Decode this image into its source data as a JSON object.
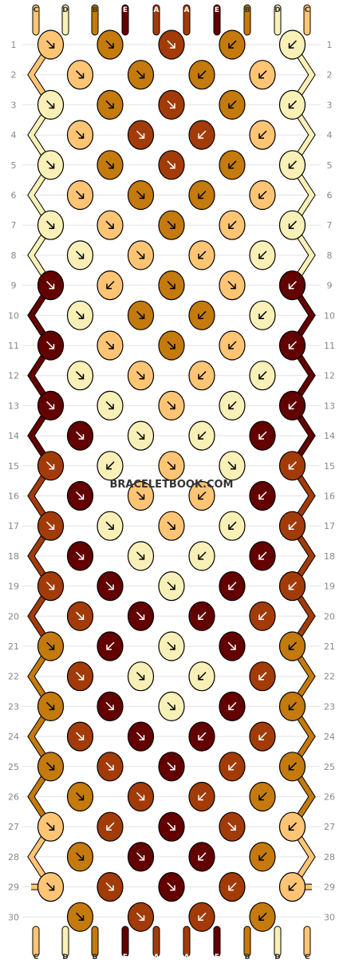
{
  "watermark": "BRACELETBOOK.COM",
  "colors": {
    "A": "#a33b08",
    "B": "#c47a0c",
    "C": "#ffc574",
    "D": "#f8f0b6",
    "E": "#630000"
  },
  "top_labels": [
    "C",
    "D",
    "B",
    "E",
    "A",
    "A",
    "E",
    "B",
    "D",
    "C"
  ],
  "bottom_labels": [
    "C",
    "D",
    "B",
    "E",
    "A",
    "A",
    "E",
    "B",
    "D",
    "C"
  ],
  "row_numbers": [
    "1",
    "2",
    "3",
    "4",
    "5",
    "6",
    "7",
    "8",
    "9",
    "10",
    "11",
    "12",
    "13",
    "14",
    "15",
    "16",
    "17",
    "18",
    "19",
    "20",
    "21",
    "22",
    "23",
    "24",
    "25",
    "26",
    "27",
    "28",
    "29",
    "30"
  ],
  "knot_rows": [
    {
      "row": "1",
      "knots": [
        {
          "c": "C",
          "d": "dr"
        },
        {
          "c": "B",
          "d": "dr"
        },
        {
          "c": "A",
          "d": "dr"
        },
        {
          "c": "B",
          "d": "dl"
        },
        {
          "c": "D",
          "d": "dl"
        }
      ]
    },
    {
      "row": "2",
      "knots": [
        {
          "c": "C",
          "d": "dr"
        },
        {
          "c": "B",
          "d": "dr"
        },
        {
          "c": "B",
          "d": "dl"
        },
        {
          "c": "C",
          "d": "dl"
        }
      ]
    },
    {
      "row": "3",
      "knots": [
        {
          "c": "D",
          "d": "dr"
        },
        {
          "c": "B",
          "d": "dr"
        },
        {
          "c": "A",
          "d": "dr"
        },
        {
          "c": "B",
          "d": "dl"
        },
        {
          "c": "D",
          "d": "dl"
        }
      ]
    },
    {
      "row": "4",
      "knots": [
        {
          "c": "C",
          "d": "dr"
        },
        {
          "c": "A",
          "d": "dr"
        },
        {
          "c": "A",
          "d": "dl"
        },
        {
          "c": "C",
          "d": "dl"
        }
      ]
    },
    {
      "row": "5",
      "knots": [
        {
          "c": "D",
          "d": "dr"
        },
        {
          "c": "B",
          "d": "dr"
        },
        {
          "c": "A",
          "d": "dr"
        },
        {
          "c": "B",
          "d": "dl"
        },
        {
          "c": "D",
          "d": "dl"
        }
      ]
    },
    {
      "row": "6",
      "knots": [
        {
          "c": "C",
          "d": "dr"
        },
        {
          "c": "B",
          "d": "dr"
        },
        {
          "c": "B",
          "d": "dl"
        },
        {
          "c": "C",
          "d": "dl"
        }
      ]
    },
    {
      "row": "7",
      "knots": [
        {
          "c": "D",
          "d": "dr"
        },
        {
          "c": "C",
          "d": "dr"
        },
        {
          "c": "B",
          "d": "dr"
        },
        {
          "c": "C",
          "d": "dl"
        },
        {
          "c": "D",
          "d": "dl"
        }
      ]
    },
    {
      "row": "8",
      "knots": [
        {
          "c": "D",
          "d": "dr"
        },
        {
          "c": "C",
          "d": "dr"
        },
        {
          "c": "C",
          "d": "dl"
        },
        {
          "c": "D",
          "d": "dl"
        }
      ]
    },
    {
      "row": "9",
      "knots": [
        {
          "c": "E",
          "d": "dr"
        },
        {
          "c": "C",
          "d": "dl"
        },
        {
          "c": "B",
          "d": "dr"
        },
        {
          "c": "C",
          "d": "dr"
        },
        {
          "c": "E",
          "d": "dl"
        }
      ]
    },
    {
      "row": "10",
      "knots": [
        {
          "c": "D",
          "d": "dr"
        },
        {
          "c": "B",
          "d": "dr"
        },
        {
          "c": "B",
          "d": "dl"
        },
        {
          "c": "D",
          "d": "dl"
        }
      ]
    },
    {
      "row": "11",
      "knots": [
        {
          "c": "E",
          "d": "dr"
        },
        {
          "c": "C",
          "d": "dr"
        },
        {
          "c": "B",
          "d": "dr"
        },
        {
          "c": "C",
          "d": "dl"
        },
        {
          "c": "E",
          "d": "dl"
        }
      ]
    },
    {
      "row": "12",
      "knots": [
        {
          "c": "D",
          "d": "dr"
        },
        {
          "c": "C",
          "d": "dr"
        },
        {
          "c": "C",
          "d": "dl"
        },
        {
          "c": "D",
          "d": "dl"
        }
      ]
    },
    {
      "row": "13",
      "knots": [
        {
          "c": "E",
          "d": "dr"
        },
        {
          "c": "D",
          "d": "dr"
        },
        {
          "c": "C",
          "d": "dr"
        },
        {
          "c": "D",
          "d": "dl"
        },
        {
          "c": "E",
          "d": "dl"
        }
      ]
    },
    {
      "row": "14",
      "knots": [
        {
          "c": "E",
          "d": "dr"
        },
        {
          "c": "D",
          "d": "dr"
        },
        {
          "c": "D",
          "d": "dl"
        },
        {
          "c": "E",
          "d": "dl"
        }
      ]
    },
    {
      "row": "15",
      "knots": [
        {
          "c": "A",
          "d": "dr"
        },
        {
          "c": "D",
          "d": "dl"
        },
        {
          "c": "C",
          "d": "dr"
        },
        {
          "c": "D",
          "d": "dr"
        },
        {
          "c": "A",
          "d": "dl"
        }
      ]
    },
    {
      "row": "16",
      "knots": [
        {
          "c": "E",
          "d": "dr"
        },
        {
          "c": "C",
          "d": "dr"
        },
        {
          "c": "C",
          "d": "dl"
        },
        {
          "c": "E",
          "d": "dl"
        }
      ]
    },
    {
      "row": "17",
      "knots": [
        {
          "c": "A",
          "d": "dr"
        },
        {
          "c": "D",
          "d": "dr"
        },
        {
          "c": "C",
          "d": "dr"
        },
        {
          "c": "D",
          "d": "dl"
        },
        {
          "c": "A",
          "d": "dl"
        }
      ]
    },
    {
      "row": "18",
      "knots": [
        {
          "c": "E",
          "d": "dr"
        },
        {
          "c": "D",
          "d": "dr"
        },
        {
          "c": "D",
          "d": "dl"
        },
        {
          "c": "E",
          "d": "dl"
        }
      ]
    },
    {
      "row": "19",
      "knots": [
        {
          "c": "A",
          "d": "dr"
        },
        {
          "c": "E",
          "d": "dr"
        },
        {
          "c": "D",
          "d": "dr"
        },
        {
          "c": "E",
          "d": "dl"
        },
        {
          "c": "A",
          "d": "dl"
        }
      ]
    },
    {
      "row": "20",
      "knots": [
        {
          "c": "A",
          "d": "dr"
        },
        {
          "c": "E",
          "d": "dr"
        },
        {
          "c": "E",
          "d": "dl"
        },
        {
          "c": "A",
          "d": "dl"
        }
      ]
    },
    {
      "row": "21",
      "knots": [
        {
          "c": "B",
          "d": "dr"
        },
        {
          "c": "E",
          "d": "dl"
        },
        {
          "c": "D",
          "d": "dr"
        },
        {
          "c": "E",
          "d": "dr"
        },
        {
          "c": "B",
          "d": "dl"
        }
      ]
    },
    {
      "row": "22",
      "knots": [
        {
          "c": "A",
          "d": "dr"
        },
        {
          "c": "D",
          "d": "dr"
        },
        {
          "c": "D",
          "d": "dl"
        },
        {
          "c": "A",
          "d": "dl"
        }
      ]
    },
    {
      "row": "23",
      "knots": [
        {
          "c": "B",
          "d": "dr"
        },
        {
          "c": "E",
          "d": "dr"
        },
        {
          "c": "D",
          "d": "dr"
        },
        {
          "c": "E",
          "d": "dl"
        },
        {
          "c": "B",
          "d": "dl"
        }
      ]
    },
    {
      "row": "24",
      "knots": [
        {
          "c": "A",
          "d": "dr"
        },
        {
          "c": "E",
          "d": "dr"
        },
        {
          "c": "E",
          "d": "dl"
        },
        {
          "c": "A",
          "d": "dl"
        }
      ]
    },
    {
      "row": "25",
      "knots": [
        {
          "c": "B",
          "d": "dr"
        },
        {
          "c": "A",
          "d": "dr"
        },
        {
          "c": "E",
          "d": "dr"
        },
        {
          "c": "A",
          "d": "dl"
        },
        {
          "c": "B",
          "d": "dl"
        }
      ]
    },
    {
      "row": "26",
      "knots": [
        {
          "c": "B",
          "d": "dr"
        },
        {
          "c": "A",
          "d": "dr"
        },
        {
          "c": "A",
          "d": "dl"
        },
        {
          "c": "B",
          "d": "dl"
        }
      ]
    },
    {
      "row": "27",
      "knots": [
        {
          "c": "C",
          "d": "dr"
        },
        {
          "c": "A",
          "d": "dl"
        },
        {
          "c": "E",
          "d": "dr"
        },
        {
          "c": "A",
          "d": "dr"
        },
        {
          "c": "C",
          "d": "dl"
        }
      ]
    },
    {
      "row": "28",
      "knots": [
        {
          "c": "B",
          "d": "dr"
        },
        {
          "c": "E",
          "d": "dr"
        },
        {
          "c": "E",
          "d": "dl"
        },
        {
          "c": "B",
          "d": "dl"
        }
      ]
    },
    {
      "row": "29",
      "knots": [
        {
          "c": "C",
          "d": "dr"
        },
        {
          "c": "A",
          "d": "dr"
        },
        {
          "c": "E",
          "d": "dr"
        },
        {
          "c": "A",
          "d": "dl"
        },
        {
          "c": "C",
          "d": "dl"
        }
      ]
    },
    {
      "row": "30",
      "knots": [
        {
          "c": "B",
          "d": "dr"
        },
        {
          "c": "A",
          "d": "dr"
        },
        {
          "c": "A",
          "d": "dl"
        },
        {
          "c": "B",
          "d": "dl"
        }
      ]
    }
  ]
}
